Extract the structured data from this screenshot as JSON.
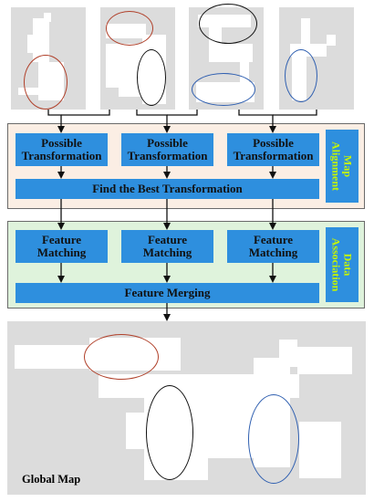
{
  "colors": {
    "box_fill": "#2e8fde",
    "alignment_panel": "#fbeee4",
    "association_panel": "#dff3dc",
    "side_label_text": "#c6f500",
    "map_background": "#dcdcdc",
    "ellipse_red": "#b0402a",
    "ellipse_black": "#111111",
    "ellipse_blue": "#2f5fb0"
  },
  "alignment": {
    "label_line1": "Map",
    "label_line2": "Alignment",
    "boxes": [
      {
        "line1": "Possible",
        "line2": "Transformation"
      },
      {
        "line1": "Possible",
        "line2": "Transformation"
      },
      {
        "line1": "Possible",
        "line2": "Transformation"
      }
    ],
    "best": "Find the Best Transformation"
  },
  "association": {
    "label_line1": "Data",
    "label_line2": "Association",
    "boxes": [
      {
        "line1": "Feature",
        "line2": "Matching"
      },
      {
        "line1": "Feature",
        "line2": "Matching"
      },
      {
        "line1": "Feature",
        "line2": "Matching"
      }
    ],
    "merge": "Feature Merging"
  },
  "global_map": {
    "label": "Global Map"
  }
}
